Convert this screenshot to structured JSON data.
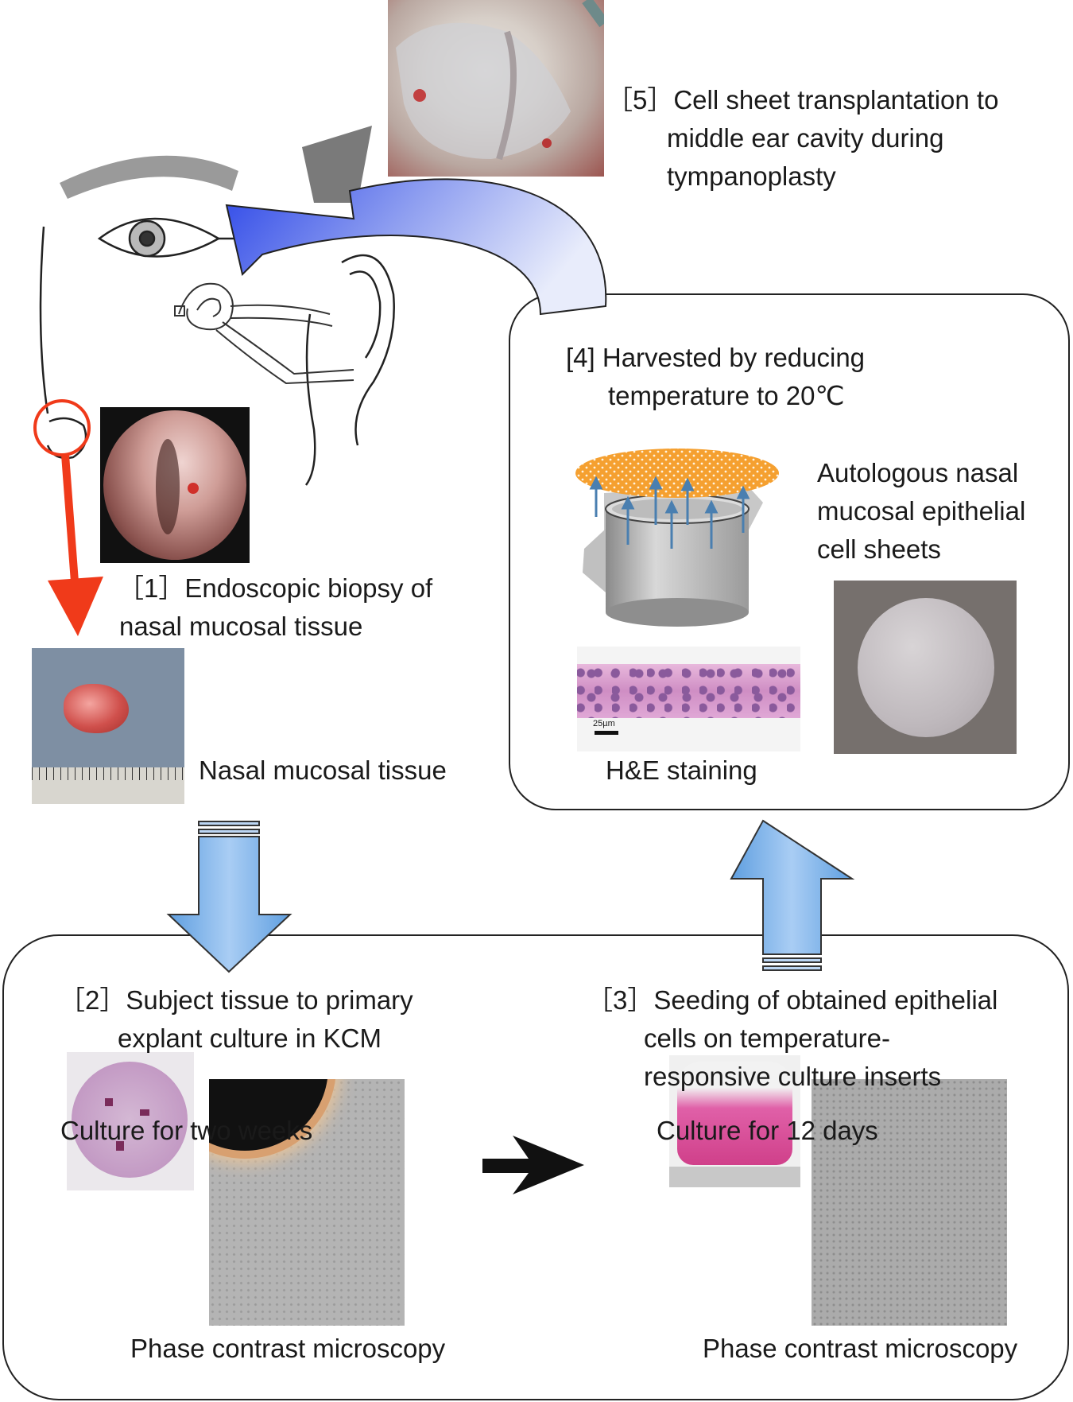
{
  "steps": {
    "step1": {
      "line1": "［1］Endoscopic biopsy of",
      "line2": "nasal mucosal tissue"
    },
    "step2": {
      "line1": "［2］Subject tissue to primary",
      "line2": "explant culture in KCM"
    },
    "step3": {
      "line1": "［3］Seeding of  obtained epithelial",
      "line2": "cells on temperature-",
      "line3": "responsive culture inserts"
    },
    "step4": {
      "line1": "[4] Harvested by reducing",
      "line2": "temperature to 20℃"
    },
    "step5": {
      "line1": "［5］Cell sheet transplantation to",
      "line2": "middle ear cavity during",
      "line3": "tympanoplasty"
    }
  },
  "labels": {
    "nasal_tissue": "Nasal mucosal tissue",
    "culture_two_weeks": "Culture for two weeks",
    "culture_12_days": "Culture for 12 days",
    "phase_contrast_left": "Phase contrast microscopy",
    "phase_contrast_right": "Phase contrast microscopy",
    "he_staining": "H&E staining",
    "cell_sheets_line1": "Autologous nasal",
    "cell_sheets_line2": "mucosal epithelial",
    "cell_sheets_line3": "cell sheets",
    "scale_bar": "25µm"
  },
  "colors": {
    "red_arrow": "#f03a1a",
    "blue_arrow": "#7aaee4",
    "curved_arrow": "#3a55e0",
    "orange_sheet": "#f5a030",
    "pink_medium": "#d0408a"
  }
}
